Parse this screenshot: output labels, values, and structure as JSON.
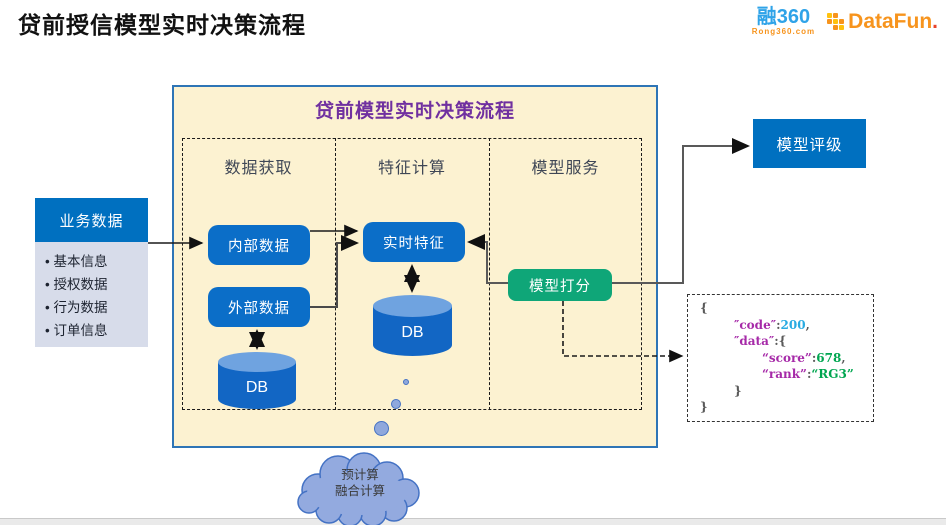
{
  "header": {
    "title": "贷前授信模型实时决策流程"
  },
  "logos": {
    "rong360": "融360",
    "rong360_sub": "Rong360.com",
    "datafun": "DataFun",
    "datafun_dot": "."
  },
  "panel": {
    "title": "贷前模型实时决策流程"
  },
  "sections": {
    "data_acquisition": "数据获取",
    "feature_computation": "特征计算",
    "model_service": "模型服务"
  },
  "biz": {
    "title": "业务数据",
    "items": [
      "基本信息",
      "授权数据",
      "行为数据",
      "订单信息"
    ]
  },
  "nodes": {
    "internal": "内部数据",
    "external": "外部数据",
    "realtime": "实时特征",
    "scoring": "模型打分",
    "rating": "模型评级",
    "db1": "DB",
    "db2": "DB"
  },
  "cloud": {
    "line1": "预计算",
    "line2": "融合计算"
  },
  "json_box": {
    "brace_open": "{",
    "code_key": "″code″",
    "colon": ":",
    "code_val": "200",
    "comma": ",",
    "data_key": "″data″",
    "data_open": "{",
    "score_key": "“score”",
    "score_val": "678",
    "rank_key": "“rank”",
    "rank_val": "“RG3”",
    "inner_close": "}",
    "brace_close": "}"
  },
  "colors": {
    "node_blue": "#0B6EC8",
    "rect_blue": "#0070C0",
    "scoring_green": "#0FA678",
    "panel_beige": "#FCF2D1",
    "panel_border_blue": "#2E75B6",
    "panel_title_purple": "#7030A0",
    "biz_list_lavender": "#D7DCEA",
    "cloud_fill": "#8FA8DC",
    "cloud_stroke": "#4472C4",
    "json_key_magenta": "#A62AA8",
    "json_num_blue": "#29ABE2",
    "json_num_green": "#00A650",
    "rong360_blue": "#2FA3E8",
    "datafun_orange": "#F7941D"
  }
}
